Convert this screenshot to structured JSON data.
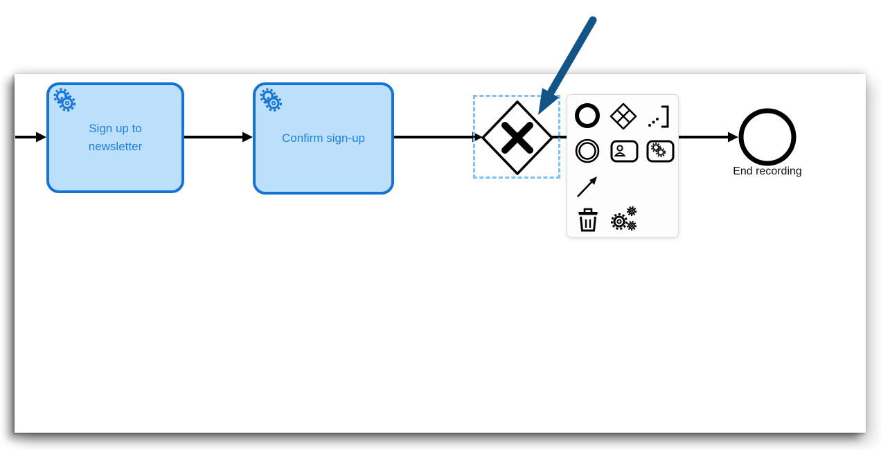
{
  "app": {
    "type": "bpmn-process-modeler-canvas"
  },
  "colors": {
    "task_fill": "#BCDFFB",
    "task_stroke": "#1673D2",
    "task_text": "#1F80DC",
    "selection_dash": "#7EC0F4",
    "shape_stroke": "#000000",
    "pointer_arrow": "#135487",
    "pad_background": "#FDFDFD"
  },
  "diagram": {
    "tasks": [
      {
        "label": "Sign up to newsletter",
        "type": "service-task"
      },
      {
        "label": "Confirm sign-up",
        "type": "service-task"
      }
    ],
    "gateway": {
      "type": "exclusive-gateway",
      "marker": "X",
      "selected": true
    },
    "end_event": {
      "label": "End recording"
    },
    "flows": [
      {
        "from": "canvas-edge",
        "to": "sign-up-task"
      },
      {
        "from": "sign-up-task",
        "to": "confirm-task"
      },
      {
        "from": "confirm-task",
        "to": "gateway"
      },
      {
        "from": "gateway",
        "to": "end-event"
      }
    ]
  },
  "context_pad": {
    "items": [
      {
        "name": "append-end-event"
      },
      {
        "name": "append-gateway"
      },
      {
        "name": "append-text-annotation"
      },
      {
        "name": "append-intermediate-event"
      },
      {
        "name": "append-user-task"
      },
      {
        "name": "append-service-task"
      },
      {
        "name": "connect"
      },
      {
        "name": "delete"
      },
      {
        "name": "change-element"
      }
    ]
  },
  "annotation": {
    "pointer_arrow_target": "gateway"
  }
}
